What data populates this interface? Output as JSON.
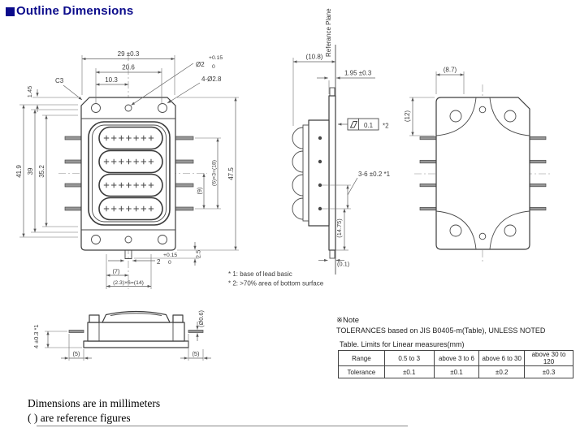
{
  "page": {
    "title": "Outline Dimensions",
    "footer_line1": "Dimensions are in millimeters",
    "footer_line2": "( ) are reference figures"
  },
  "front_view": {
    "width_total": "29 ±0.3",
    "width_outer_holes": "20.6",
    "width_half": "10.3",
    "chamfer": "C3",
    "center_hole_dia": "Ø2",
    "center_hole_tol_up": "+0.15",
    "center_hole_tol_dn": "0",
    "corner_holes": "4-Ø2.8",
    "height_flange_top": "1.45",
    "height_total_left": "41.9",
    "height_mid": "39",
    "height_inner": "35.2",
    "height_total_right": "47.5",
    "pin_pitch": "(6)×3=(18)",
    "pin_half": "(9)",
    "tab_depth": "2.5",
    "tab_width": "2",
    "tab_tol_up": "+0.15",
    "tab_tol_dn": "0",
    "mark_half": "(7)",
    "mark_pitch": "(2.3)×6=(14)"
  },
  "side_view": {
    "reference_plane": "Referance Plane",
    "depth": "(10.8)",
    "flange_thickness": "1.95 ±0.3",
    "flatness": "0.1",
    "flatness_ref": "*2",
    "lead_length": "3-6 ±0.2 *1",
    "bottom_length": "(14.75)",
    "standoff": "(0.1)"
  },
  "rear_view": {
    "boss_width": "(8.7)",
    "corner_height": "(12)"
  },
  "bottom_view": {
    "body_height": "4 ±0.3 *1",
    "lead_dia": "(Ø0.6)",
    "lead_left": "(5)",
    "lead_right": "(5)"
  },
  "footnotes": {
    "note1": "* 1: base of lead basic",
    "note2": "* 2: >70% area of bottom surface"
  },
  "notes": {
    "header": "※Note",
    "tolerance_line": "TOLERANCES based on JIS B0405-m(Table), UNLESS NOTED",
    "table_caption": "Table. Limits for Linear measures(mm)",
    "table": {
      "range_label": "Range",
      "tolerance_label": "Tolerance",
      "ranges": [
        "0.5 to 3",
        "above 3 to 6",
        "above 6 to 30",
        "above 30 to 120"
      ],
      "tolerances": [
        "±0.1",
        "±0.1",
        "±0.2",
        "±0.3"
      ]
    }
  }
}
